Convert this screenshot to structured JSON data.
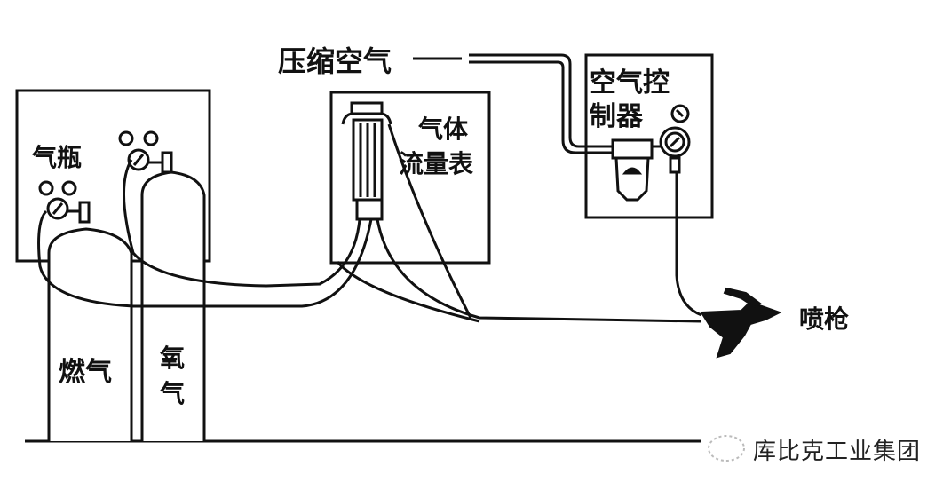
{
  "diagram": {
    "labels": {
      "compressed_air": "压缩空气",
      "air_controller_line1": "空气控",
      "air_controller_line2": "制器",
      "gas_flowmeter_line1": "气体",
      "gas_flowmeter_line2": "流量表",
      "gas_cylinders": "气瓶",
      "fuel_gas": "燃气",
      "oxygen_line1": "氧",
      "oxygen_line2": "气",
      "spray_gun": "喷枪"
    },
    "watermark": "库比克工业集团",
    "colors": {
      "ink": "#111111",
      "background": "#ffffff"
    }
  }
}
